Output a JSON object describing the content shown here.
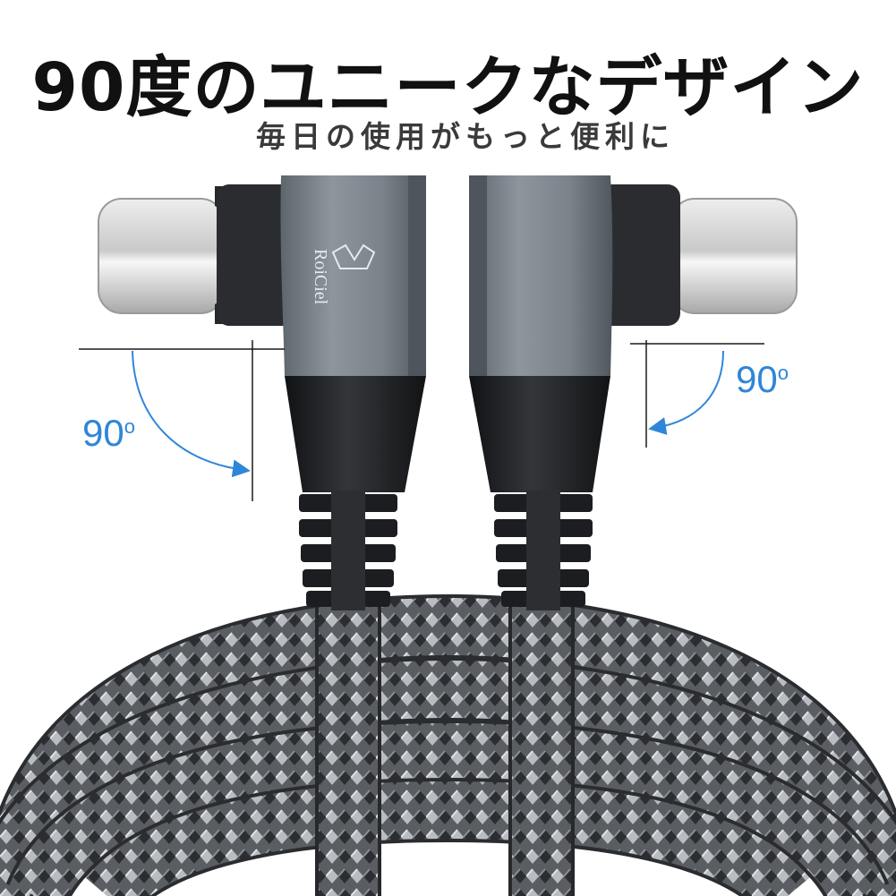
{
  "headline": "90度のユニークなデザイン",
  "subheadline": "毎日の使用がもっと便利に",
  "brand_logo_text": "RoiCiel",
  "angle_left": "90",
  "angle_right": "90",
  "degree_symbol": "o",
  "colors": {
    "accent_blue": "#2f86d8",
    "connector_gray": "#7d858d",
    "boot_black": "#1e1f22",
    "braid_gray": "#9ea2a7"
  }
}
